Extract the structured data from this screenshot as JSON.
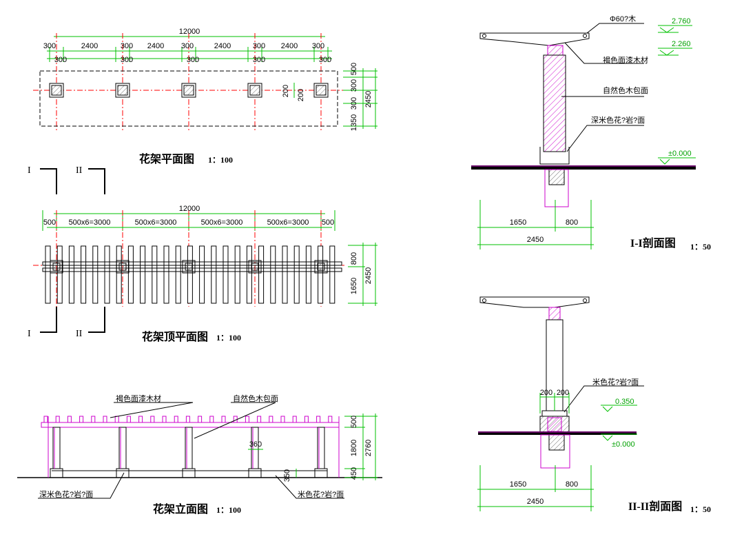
{
  "plan": {
    "overall": "12000",
    "spans_top": [
      "300",
      "2400",
      "300",
      "2400",
      "300",
      "2400",
      "300",
      "2400",
      "300"
    ],
    "post_widths": [
      "300",
      "300",
      "300",
      "300",
      "300"
    ],
    "depths": [
      "500",
      "300",
      "300",
      "1350"
    ],
    "total_depth": "2450",
    "inner": [
      "200",
      "200"
    ],
    "title": "花架平面图",
    "scale": "1：100"
  },
  "cut_marks": {
    "one": "I",
    "two": "II"
  },
  "top_plan": {
    "overall": "12000",
    "spans": [
      "500",
      "500x6=3000",
      "500x6=3000",
      "500x6=3000",
      "500x6=3000",
      "500"
    ],
    "depths": [
      "800",
      "1650"
    ],
    "total_depth": "2450",
    "title": "花架顶平面图",
    "scale": "1：100"
  },
  "elevation": {
    "callouts": [
      "褐色面漆木材",
      "自然色木包面",
      "深米色花?岩?面",
      "米色花?岩?面"
    ],
    "depths": [
      "500",
      "1800",
      "450"
    ],
    "total": "2760",
    "post_dim": "360",
    "base_dim": "350",
    "title": "花架立面图",
    "scale": "1：100"
  },
  "section1": {
    "callouts": [
      "Φ60?木",
      "褐色面漆木材",
      "自然色木包面",
      "深米色花?岩?面"
    ],
    "levels": [
      "2.760",
      "2.260",
      "±0.000"
    ],
    "dims": [
      "1650",
      "800"
    ],
    "total": "2450",
    "title": "I-I剖面图",
    "scale": "1：50"
  },
  "section2": {
    "callouts": [
      "米色花?岩?面"
    ],
    "levels": [
      "0.350",
      "±0.000"
    ],
    "dims_top": [
      "200",
      "200"
    ],
    "dims": [
      "1650",
      "800"
    ],
    "total": "2450",
    "title": "II-II剖面图",
    "scale": "1：50"
  },
  "colors": {
    "dim": "#00c000",
    "axis": "#ff0000",
    "accent": "#cc00cc",
    "line": "#000000"
  }
}
